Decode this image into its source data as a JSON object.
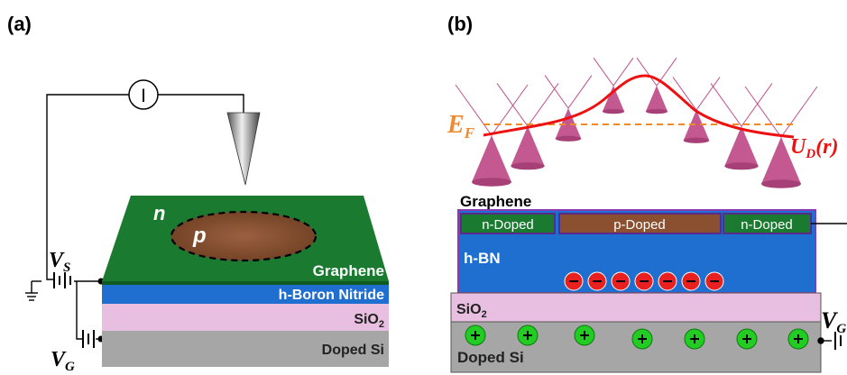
{
  "panel_a": {
    "panel_label": "(a)",
    "current_meter": "I",
    "region_n": "n",
    "region_p": "p",
    "layers": {
      "graphene": "Graphene",
      "hbn": "h-Boron Nitride",
      "sio2_base": "SiO",
      "sio2_sub": "2",
      "si": "Doped Si"
    },
    "vs": {
      "base": "V",
      "sub": "S"
    },
    "vg": {
      "base": "V",
      "sub": "G"
    }
  },
  "panel_b": {
    "panel_label": "(b)",
    "fermi": {
      "base": "E",
      "sub": "F"
    },
    "potential": {
      "base": "U",
      "sub": "D",
      "arg": "(r)"
    },
    "graphene_label": "Graphene",
    "doped_regions": [
      "n-Doped",
      "p-Doped",
      "n-Doped"
    ],
    "hbn_label": "h-BN",
    "sio2": {
      "base": "SiO",
      "sub": "2"
    },
    "si_label": "Doped Si",
    "vg": {
      "base": "V",
      "sub": "G"
    },
    "negative_charge_count": 7,
    "positive_charge_count": 7
  },
  "colors": {
    "graphene": "#1a7a30",
    "p_region": "#8a5030",
    "hbn": "#1f6fd0",
    "sio2": "#e8bfe0",
    "si": "#a6a6a6",
    "cone": "#c0508a",
    "potential": "#ee1111",
    "fermi": "#f08a30",
    "negative": "#e82020",
    "positive": "#22cc22"
  }
}
